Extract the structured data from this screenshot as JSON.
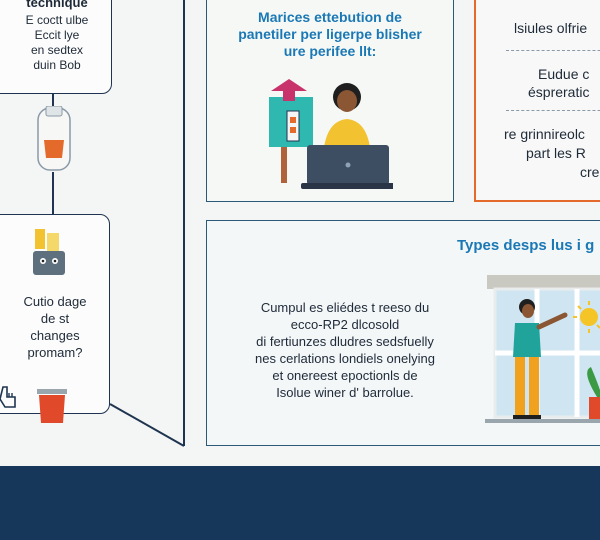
{
  "left_top_card": {
    "title": "technique",
    "lines": [
      "E coctt ulbe",
      "Eccit lye",
      "en sedtex",
      "duin Bob"
    ]
  },
  "left_bottom_card": {
    "lines": [
      "Cutio dage",
      "de st",
      "changes",
      "promam?"
    ]
  },
  "center_top_panel": {
    "title_lines": [
      "Marices ettebution de",
      "panetiler per ligerpe blisher",
      "ure perifee llt:"
    ]
  },
  "right_top_panel": {
    "items": [
      "lsiules olfrie",
      "Eudue c",
      "éspreratic",
      "re grinnireolc",
      "part les R",
      "cre"
    ]
  },
  "lower_panel": {
    "heading": "Types desps lus i g",
    "paragraph_lines": [
      "Cumpul es eliédes t reeso du",
      "ecco-RP2 dlcosold",
      "di fertiunzes dludres sedsfuelly",
      "nes cerlations londiels onelying",
      "et onereest epoctionls de",
      "Isolue winer d' barrolue."
    ]
  },
  "colors": {
    "navy": "#16365a",
    "orange": "#e46a2b",
    "teal": "#2fb8b0",
    "yellow": "#f2c230"
  }
}
